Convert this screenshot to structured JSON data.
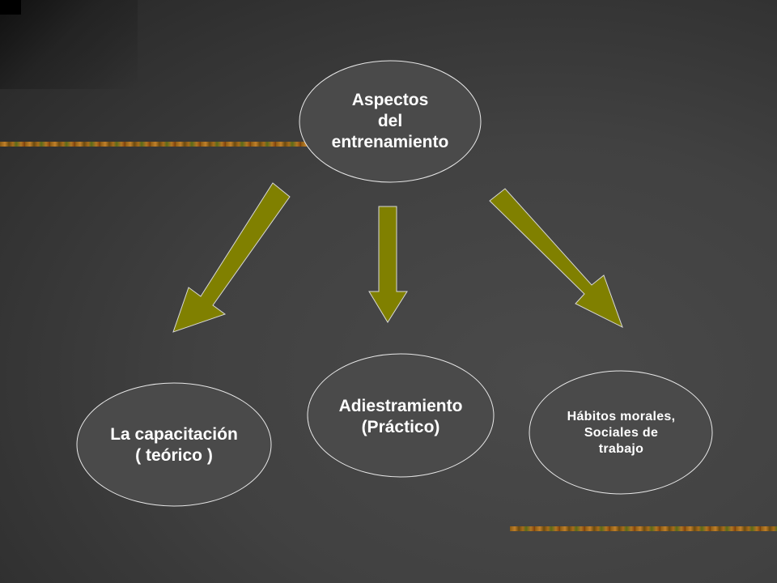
{
  "diagram": {
    "root": {
      "label": "Aspectos\ndel\nentrenamiento"
    },
    "children": [
      {
        "id": "teorico",
        "label": "La capacitación\n( teórico )"
      },
      {
        "id": "practico",
        "label": "Adiestramiento\n(Práctico)"
      },
      {
        "id": "habitos",
        "label": "Hábitos morales,\nSociales de\ntrabajo"
      }
    ]
  },
  "colors": {
    "ellipse_fill": "#4a4a4a",
    "ellipse_stroke": "#e8e8e8",
    "arrow_fill": "#808000",
    "arrow_stroke": "#d8d8d8",
    "text": "#ffffff",
    "accent_stripe": "#b27522"
  }
}
